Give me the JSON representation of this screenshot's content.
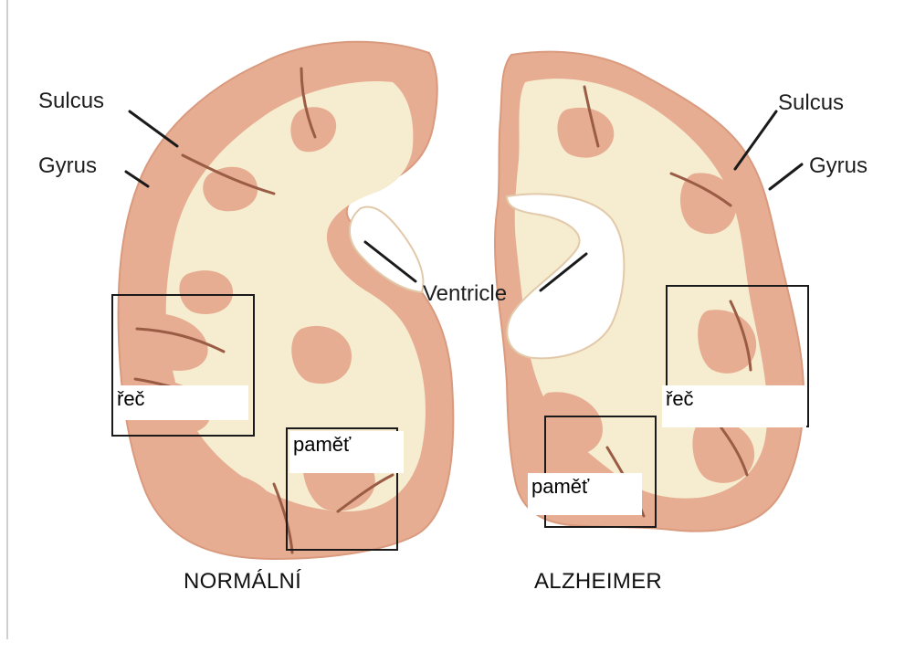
{
  "labels": {
    "left_sulcus": "Sulcus",
    "left_gyrus": "Gyrus",
    "right_sulcus": "Sulcus",
    "right_gyrus": "Gyrus",
    "ventricle": "Ventricle"
  },
  "regions": {
    "speech": "řeč",
    "memory": "paměť"
  },
  "captions": {
    "normal": "NORMÁLNÍ",
    "alzheimer": "ALZHEIMER"
  },
  "colors": {
    "gray_matter": "#e7ad92",
    "white_matter": "#f6eccf",
    "sulcus_line": "#9a5c44",
    "deep_fold": "#b7785f"
  }
}
